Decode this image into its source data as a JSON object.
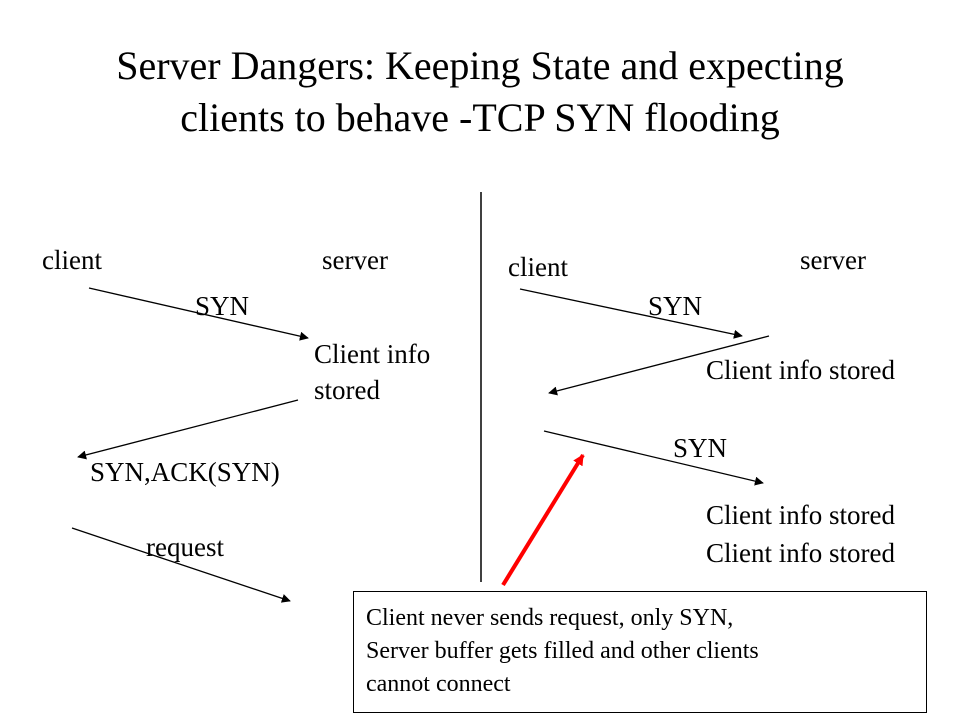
{
  "title": {
    "line1": "Server Dangers: Keeping State and expecting",
    "line2": "clients to behave -TCP SYN flooding"
  },
  "left": {
    "client": "client",
    "server": "server",
    "syn": "SYN",
    "client_info_1": "Client info",
    "client_info_2": "stored",
    "synack": "SYN,ACK(SYN)",
    "request": "request"
  },
  "right": {
    "client": "client",
    "server": "server",
    "syn1": "SYN",
    "stored1": "Client info stored",
    "syn2": "SYN",
    "stored2": "Client info stored",
    "stored3": "Client info stored"
  },
  "callout": {
    "line1": "Client never sends request, only SYN,",
    "line2": "Server buffer gets filled and other clients",
    "line3": "cannot connect"
  },
  "colors": {
    "highlight_arrow": "#ff0000"
  }
}
